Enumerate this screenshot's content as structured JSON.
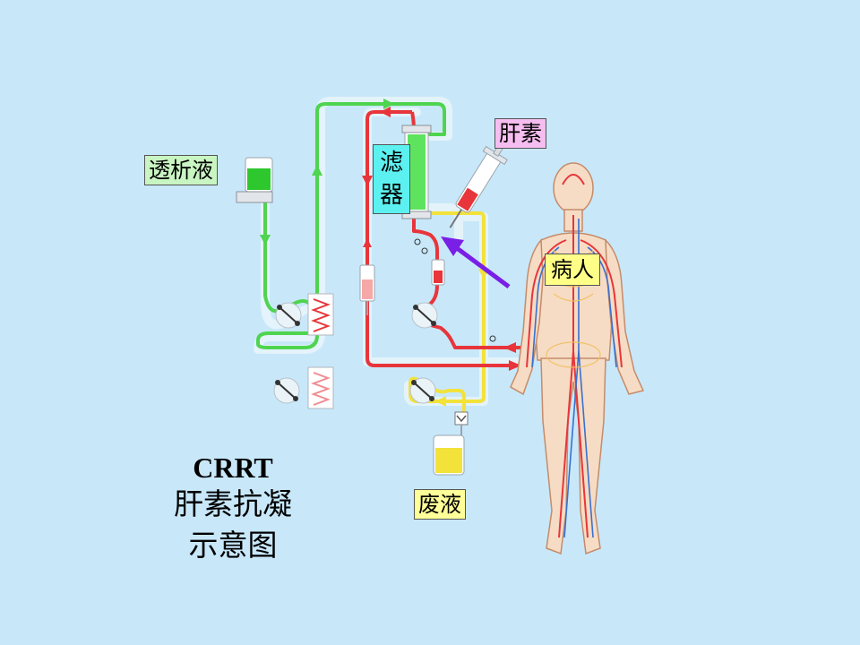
{
  "labels": {
    "dialysate": "透析液",
    "heparin": "肝素",
    "filter": "滤器",
    "patient": "病人",
    "waste": "废液"
  },
  "caption": {
    "line1": "CRRT",
    "line2": "肝素抗凝",
    "line3": "示意图"
  },
  "colors": {
    "background": "#c8e8fa",
    "dialysate_line": "#4fd44f",
    "blood_line": "#e8353b",
    "waste_line": "#f2e23a",
    "pointer_arrow": "#7a1fe6",
    "dialysate_label_bg": "#c9f5c2",
    "heparin_label_bg": "#f6bdf0",
    "filter_label_bg": "#5cf1f0",
    "patient_label_bg": "#ffff88",
    "waste_label_bg": "#ffff99"
  }
}
